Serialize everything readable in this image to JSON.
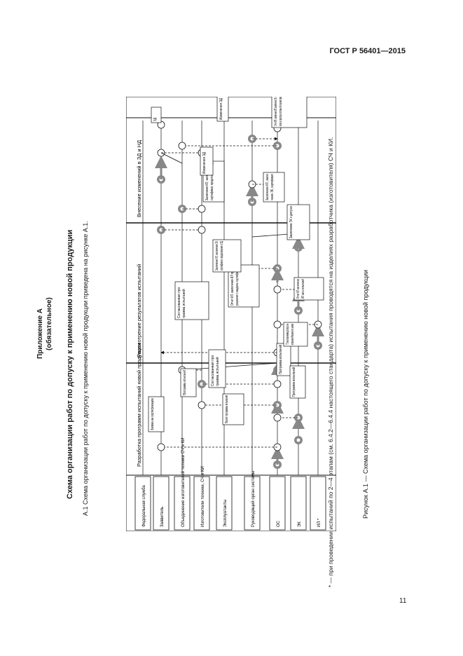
{
  "header": {
    "standard": "ГОСТ Р 56401—2015"
  },
  "appendix": {
    "title": "Приложение А",
    "subtitle": "(обязательное)"
  },
  "main_title": "Схема организации работ по допуску к применению новой продукции",
  "intro": "А.1  Схема организации работ по допуску к применению новой продукции приведена на рисунке А.1.",
  "diagram": {
    "columns": [
      "Разработка программ испытаний новой продукции",
      "Рассмотрение результатов испытаний",
      "Внесение изменений в ЗД и НД"
    ],
    "rows": [
      "Федеральная служба",
      "Заявитель",
      "Объединение изготовителей техники СЧ и КИ",
      "Изготовители техники, СЧ и КИ",
      "Эксплуатанты",
      "Руководящий орган системы",
      "ОС",
      "ЭК",
      "ИЛ *"
    ],
    "notes": [
      "Заявка на сертификацию",
      "Проект программы испытаний",
      "Программа испытаний",
      "Согласованная программа испытаний",
      "Программа испытаний",
      "ТЗ на испытания договор на испытания Решение по заявке",
      "Программа испытаний",
      "Согласованная программа испытаний",
      "Отчет ИЛ, заключение ИЛ проект решения о выдаче сертификата",
      "Заключение ИЛ, заключение ЭК сертификат, предложения в ЗД",
      "Отчет ИЛ заключение ИЛ акты испытаний",
      "Заключение ЭК о допуске",
      "Заключение ИЛ, заключение ЭК сертификат, предложения в ЗД",
      "Заключение ИЛ, заключение ЭК, сертификат",
      "Изменения ЗД",
      "Отчет ИЛ, заключение ИЛ заключение ЭК, сертификат выписка из реестра системы Акт оценки применения работ",
      "ЗД",
      "Изменения ЗД"
    ]
  },
  "footnote": "* — при проведении испытаний по 2—4 этапам (см. 6.4.2—6.4.4 настоящего стандарта) испытания проводятся на изделиях разработчика (изготовителя) СЧ и КИ.",
  "caption": "Рисунок А.1 — Схема организации работ по допуску к применению новой продукции",
  "page_number": "11"
}
